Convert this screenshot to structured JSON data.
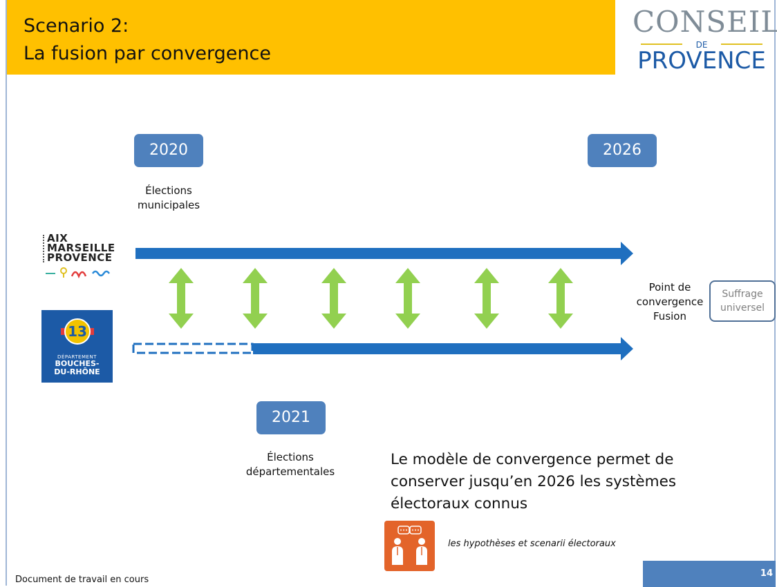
{
  "header": {
    "title_line1": "Scenario 2:",
    "title_line2": "La fusion par convergence",
    "logo": {
      "top": "CONSEIL",
      "middle": "DE",
      "bottom": "PROVENCE"
    }
  },
  "timeline": {
    "year_start": "2020",
    "year_end": "2026",
    "year_mid": "2021",
    "label_start_line1": "Élections",
    "label_start_line2": "municipales",
    "label_mid_line1": "Élections",
    "label_mid_line2": "départementales",
    "convergence_line1": "Point de",
    "convergence_line2": "convergence",
    "convergence_line3": "Fusion",
    "suffrage_line1": "Suffrage",
    "suffrage_line2": "universel",
    "aix_logo": {
      "line1": "AIX",
      "line2": "MARSEILLE",
      "line3": "PROVENCE"
    },
    "bdr_logo": {
      "number": "13",
      "line1": "DÉPARTEMENT",
      "line2": "BOUCHES-",
      "line3": "DU-RHÔNE"
    }
  },
  "body": {
    "main_text_line1": "Le modèle de convergence permet de",
    "main_text_line2": "conserver jusqu’en 2026 les systèmes",
    "main_text_line3": "électoraux connus",
    "note": "les hypothèses et scenarii électoraux"
  },
  "footer": {
    "left_text": "Document de travail en cours",
    "page_number": "14"
  },
  "colors": {
    "title_bar": "#ffc000",
    "arrow_blue": "#1f6fbf",
    "double_arrow_green": "#92d050",
    "year_box": "#4f81bd",
    "icon_box": "#e3642a"
  },
  "icons": {
    "double_arrow": "double-arrow-icon",
    "discussion": "two-people-discussion-icon"
  }
}
